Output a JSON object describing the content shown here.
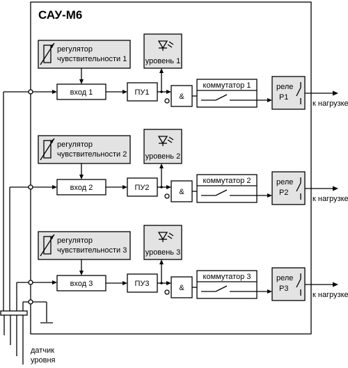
{
  "title": "САУ-М6",
  "channels": [
    {
      "regulator": [
        "регулятор",
        "чувствительности 1"
      ],
      "input": "вход 1",
      "pu": "ПУ1",
      "level": "уровень 1",
      "and": "&",
      "switch": "коммутатор 1",
      "relay": [
        "реле",
        "Р1"
      ],
      "output": "к нагрузке"
    },
    {
      "regulator": [
        "регулятор",
        "чувствительности 2"
      ],
      "input": "вход 2",
      "pu": "ПУ2",
      "level": "уровень 2",
      "and": "&",
      "switch": "коммутатор 2",
      "relay": [
        "реле",
        "Р2"
      ],
      "output": "к нагрузке"
    },
    {
      "regulator": [
        "регулятор",
        "чувствительности 3"
      ],
      "input": "вход 3",
      "pu": "ПУ3",
      "level": "уровень 3",
      "and": "&",
      "switch": "коммутатор 3",
      "relay": [
        "реле",
        "Р3"
      ],
      "output": "к нагрузке"
    }
  ],
  "sensor": [
    "датчик",
    "уровня"
  ]
}
